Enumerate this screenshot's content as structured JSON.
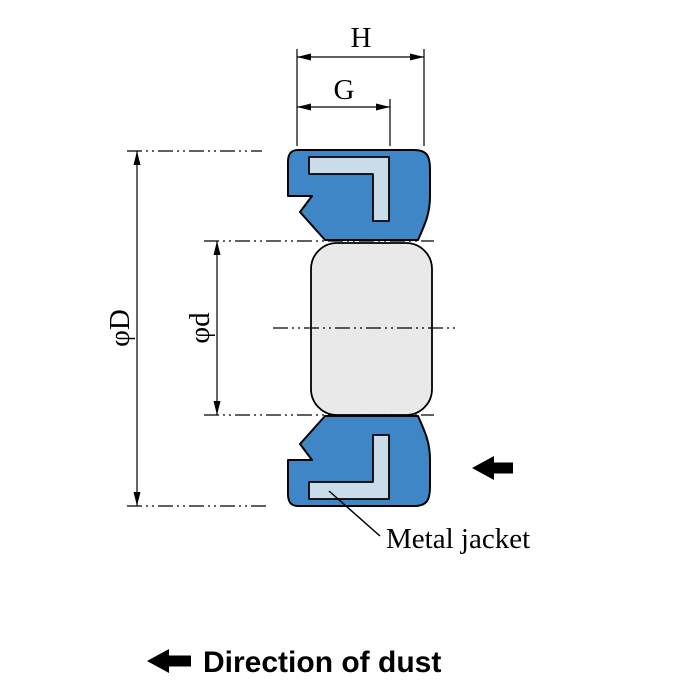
{
  "diagram": {
    "dim_labels": {
      "h": "H",
      "g": "G",
      "phi_D": "φD",
      "phi_d": "φd"
    },
    "annotations": {
      "metal_jacket": "Metal jacket",
      "direction_of_dust": "Direction of dust"
    },
    "colors": {
      "rubber_blue": "#3E86C6",
      "metal_jacket_fill": "#CBDCE9",
      "inner_ring_fill": "#E9E9E9",
      "background": "#FFFFFF",
      "line_black": "#000000"
    }
  }
}
